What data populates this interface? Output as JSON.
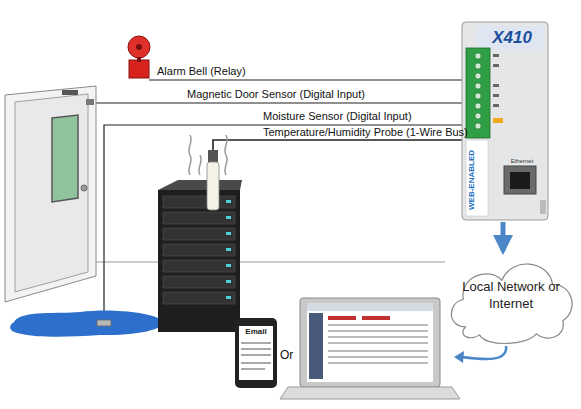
{
  "diagram": {
    "nodes": [
      {
        "text": [
          "X410",
          "WEB-ENABLED",
          "Ethernet"
        ]
      },
      {
        "text": [
          "Local Network or Internet"
        ]
      },
      {
        "text": [
          "Email"
        ]
      }
    ],
    "edges": [
      {
        "from": 0,
        "to": 1,
        "arrow": "to"
      }
    ],
    "labels": [
      "Alarm Bell (Relay)",
      "Magnetic Door Sensor (Digital Input)",
      "Moisture Sensor (Digital Input)",
      "Temperature/Humidity Probe (1-Wire Bus)",
      "Or"
    ]
  }
}
